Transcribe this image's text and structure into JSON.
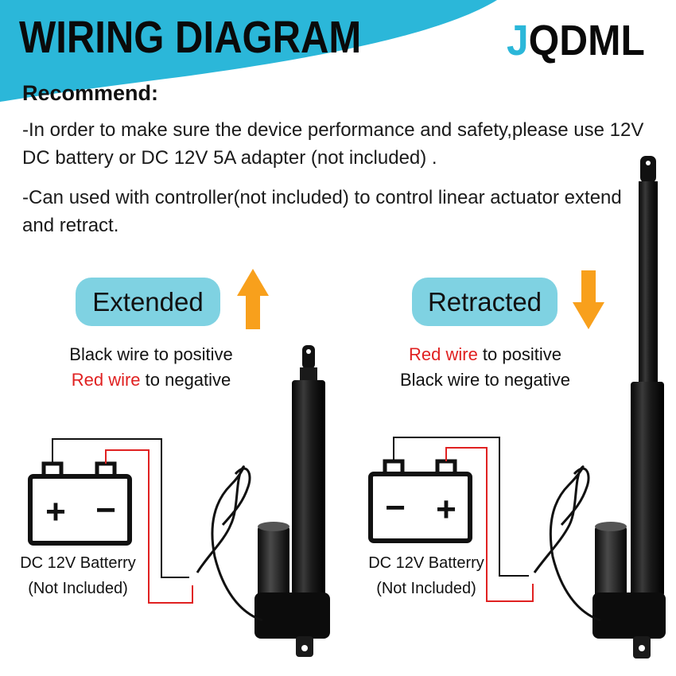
{
  "header": {
    "title": "WIRING DIAGRAM",
    "brand_first": "J",
    "brand_rest": "QDML"
  },
  "recommend": {
    "heading": "Recommend:",
    "line1": "-In order to make sure the device performance and safety,please use 12V DC battery or DC 12V 5A adapter (not included) .",
    "line2": "-Can used with controller(not included) to control linear actuator extend and retract."
  },
  "extended": {
    "label": "Extended",
    "wire_line1_prefix": "Black wire",
    "wire_line1_suffix": " to positive",
    "wire_line2_prefix": "Red wire",
    "wire_line2_suffix": " to negative",
    "battery_label": "DC 12V Batterry",
    "battery_note": "(Not Included)",
    "terminal_left": "+",
    "terminal_right": "−"
  },
  "retracted": {
    "label": "Retracted",
    "wire_line1_prefix": "Red wire",
    "wire_line1_suffix": " to positive",
    "wire_line2_prefix": "Black wire",
    "wire_line2_suffix": " to negative",
    "battery_label": "DC 12V Batterry",
    "battery_note": "(Not Included)",
    "terminal_left": "−",
    "terminal_right": "+"
  },
  "colors": {
    "accent_cyan": "#2bb7d9",
    "pill_blue": "#7fd2e2",
    "arrow_orange": "#f8a01c",
    "wire_red": "#e02121",
    "text_dark": "#111111"
  }
}
